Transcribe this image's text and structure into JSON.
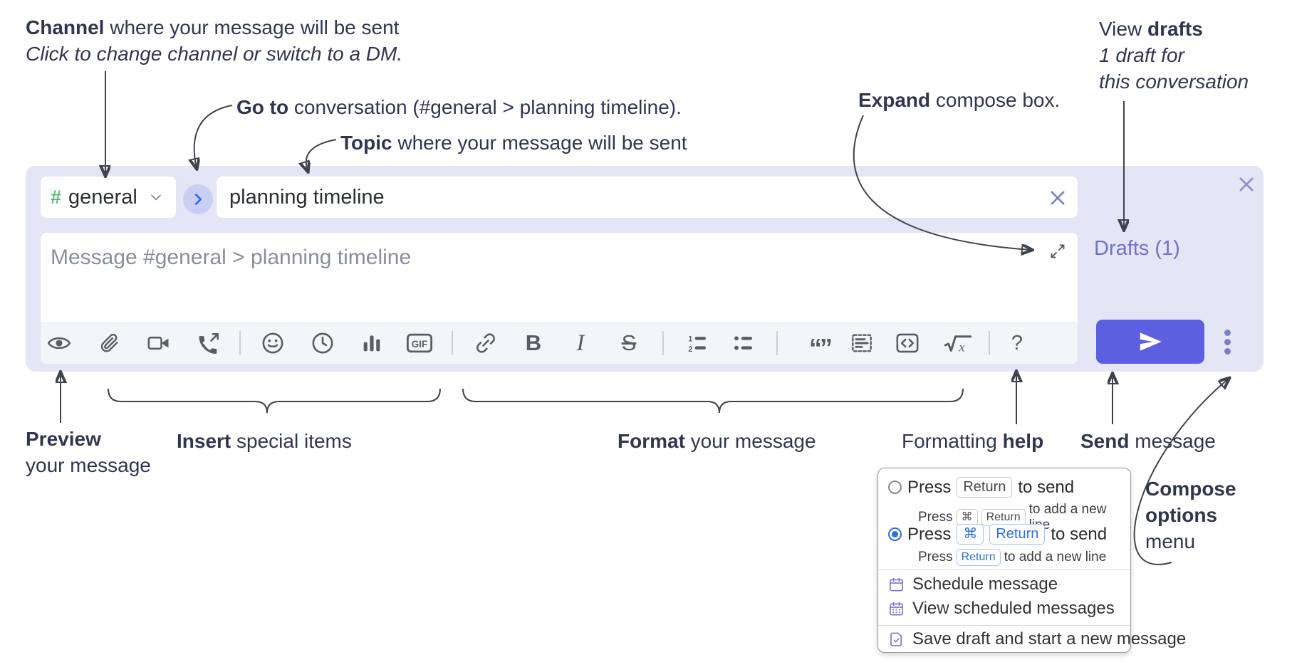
{
  "annotations": {
    "channel": {
      "bold": "Channel",
      "rest": " where your message will be sent",
      "line2": "Click to change channel or switch to a DM."
    },
    "go_to": {
      "bold": "Go to",
      "rest": " conversation (#general > planning timeline)."
    },
    "topic": {
      "bold": "Topic",
      "rest": " where your message will be sent"
    },
    "expand": {
      "bold": "Expand",
      "rest": " compose box."
    },
    "view_drafts": {
      "pre": "View ",
      "bold": "drafts",
      "line2": "1 draft for",
      "line3": "this conversation"
    },
    "preview": {
      "bold": "Preview",
      "line2": "your message"
    },
    "insert": {
      "bold": "Insert",
      "rest": " special items"
    },
    "format": {
      "bold": "Format",
      "rest": " your message"
    },
    "formatting_help": {
      "pre": "Formatting ",
      "bold": "help"
    },
    "send": {
      "bold": "Send",
      "rest": " message"
    },
    "compose_options": {
      "line1": "Compose",
      "line2": "options",
      "line3": "menu"
    }
  },
  "compose": {
    "hash": "#",
    "channel_name": "general",
    "topic_value": "planning timeline",
    "message_placeholder": "Message #general > planning timeline",
    "drafts_label": "Drafts (1)"
  },
  "icons": {
    "gif": "GIF",
    "bold": "B",
    "italic": "I",
    "strike": "S",
    "question": "?",
    "quote": "“”",
    "sqrt_x": "x",
    "ol_1": "1",
    "ol_2": "2"
  },
  "toolbar_icon_names": [
    "preview-eye",
    "attach-paperclip",
    "video-call",
    "voice-call",
    "emoji",
    "schedule-clock",
    "poll-chart",
    "gif",
    "link",
    "bold",
    "italic",
    "strikethrough",
    "numbered-list",
    "bulleted-list",
    "quote",
    "spoiler",
    "code",
    "math",
    "help"
  ],
  "popup": {
    "option1": {
      "press": "Press",
      "key": "Return",
      "after": "to send",
      "sub": {
        "press": "Press",
        "key1": "⌘",
        "key2": "Return",
        "after": "to add a new line"
      }
    },
    "option2": {
      "press": "Press",
      "key1": "⌘",
      "key2": "Return",
      "after": "to send",
      "sub": {
        "press": "Press",
        "key": "Return",
        "after": "to add a new line"
      }
    },
    "items": [
      {
        "label": "Schedule message"
      },
      {
        "label": "View scheduled messages"
      },
      {
        "label": "Save draft and start a new message"
      }
    ]
  },
  "colors": {
    "container": "#e4e6f5",
    "send_button": "#5b5fe0",
    "drafts_link": "#6e73c8",
    "hash_green": "#5dba7d",
    "goto_circle": "#c9cff4",
    "goto_chevron": "#3f63ec",
    "selected_radio": "#2e6fe5",
    "kbd_blue": "#2e6fe5",
    "menu_icon": "#7e71d6",
    "annotation_text": "#303650",
    "icon_gray": "#585c63"
  }
}
